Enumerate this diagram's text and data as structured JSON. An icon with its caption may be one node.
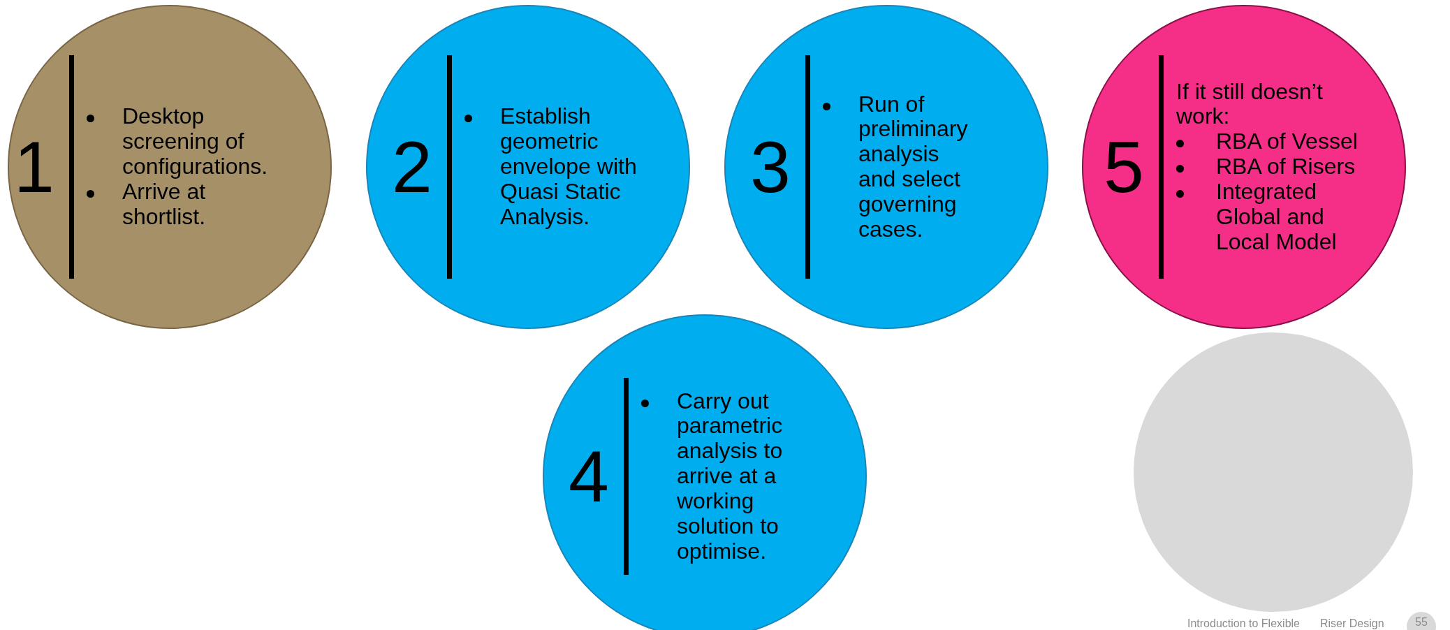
{
  "diagram": {
    "nodes": [
      {
        "text": [
          "1",
          "Desktop screening of configurations.",
          "Arrive at shortlist."
        ]
      },
      {
        "text": [
          "2",
          "Establish geometric envelope with Quasi Static Analysis."
        ]
      },
      {
        "text": [
          "3",
          "Run of preliminary analysis and select governing cases."
        ]
      },
      {
        "text": [
          "5",
          "If it still doesn’t work:",
          "RBA of Vessel",
          "RBA of Risers",
          "Integrated Global and Local Model"
        ]
      },
      {
        "text": [
          "4",
          "Carry out parametric analysis to arrive at a working solution to optimise."
        ]
      },
      {
        "text": [],
        "shape": "circle"
      }
    ],
    "labels": [
      "Introduction to Flexible",
      "Riser Design",
      "55"
    ]
  }
}
